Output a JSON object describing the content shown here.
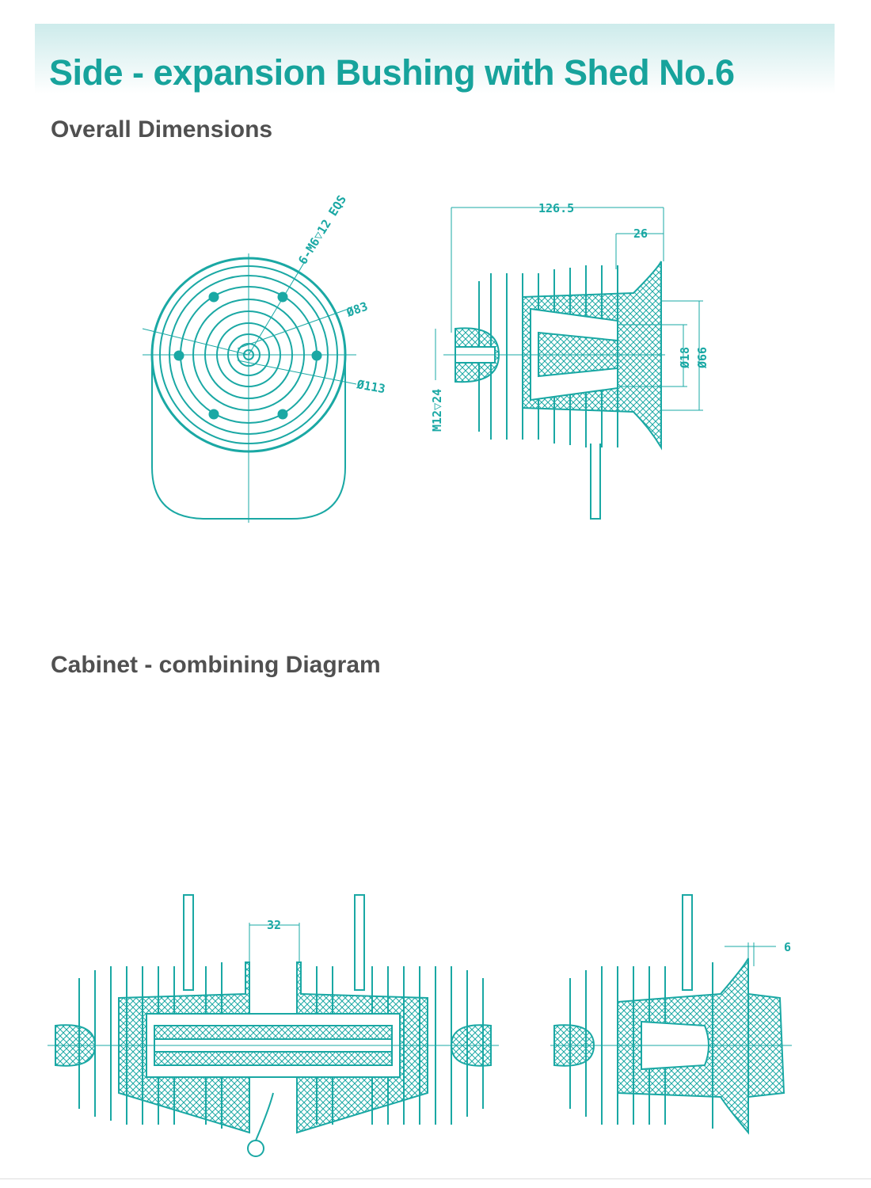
{
  "header": {
    "title": "Side - expansion Bushing with Shed No.6"
  },
  "sections": {
    "overall": "Overall Dimensions",
    "cabinet": "Cabinet - combining Diagram"
  },
  "dimensions": {
    "holes": "6-M6▽12 EQS",
    "d83": "Ø83",
    "d113": "Ø113",
    "length": "126.5",
    "flange": "26",
    "d18": "Ø18",
    "d66": "Ø66",
    "thread": "M12▽24",
    "gap": "32",
    "offset": "6"
  },
  "colors": {
    "accent": "#1aa8a4",
    "title": "#17a39c",
    "subtitle": "#505050"
  }
}
